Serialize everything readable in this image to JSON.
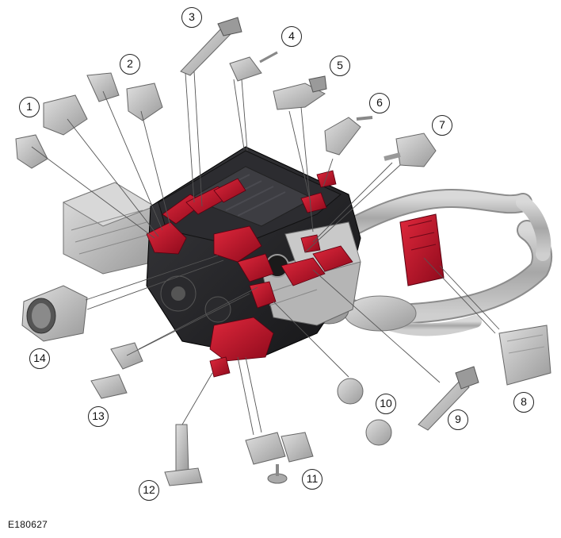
{
  "figure_code": "E180627",
  "callouts": [
    "1",
    "2",
    "3",
    "4",
    "5",
    "6",
    "7",
    "8",
    "9",
    "10",
    "11",
    "12",
    "13",
    "14"
  ],
  "colors": {
    "highlight": "#c8102e",
    "engine_dark": "#1f1f22",
    "component_grey": "#b9b9b9",
    "leader_line": "#555555"
  }
}
